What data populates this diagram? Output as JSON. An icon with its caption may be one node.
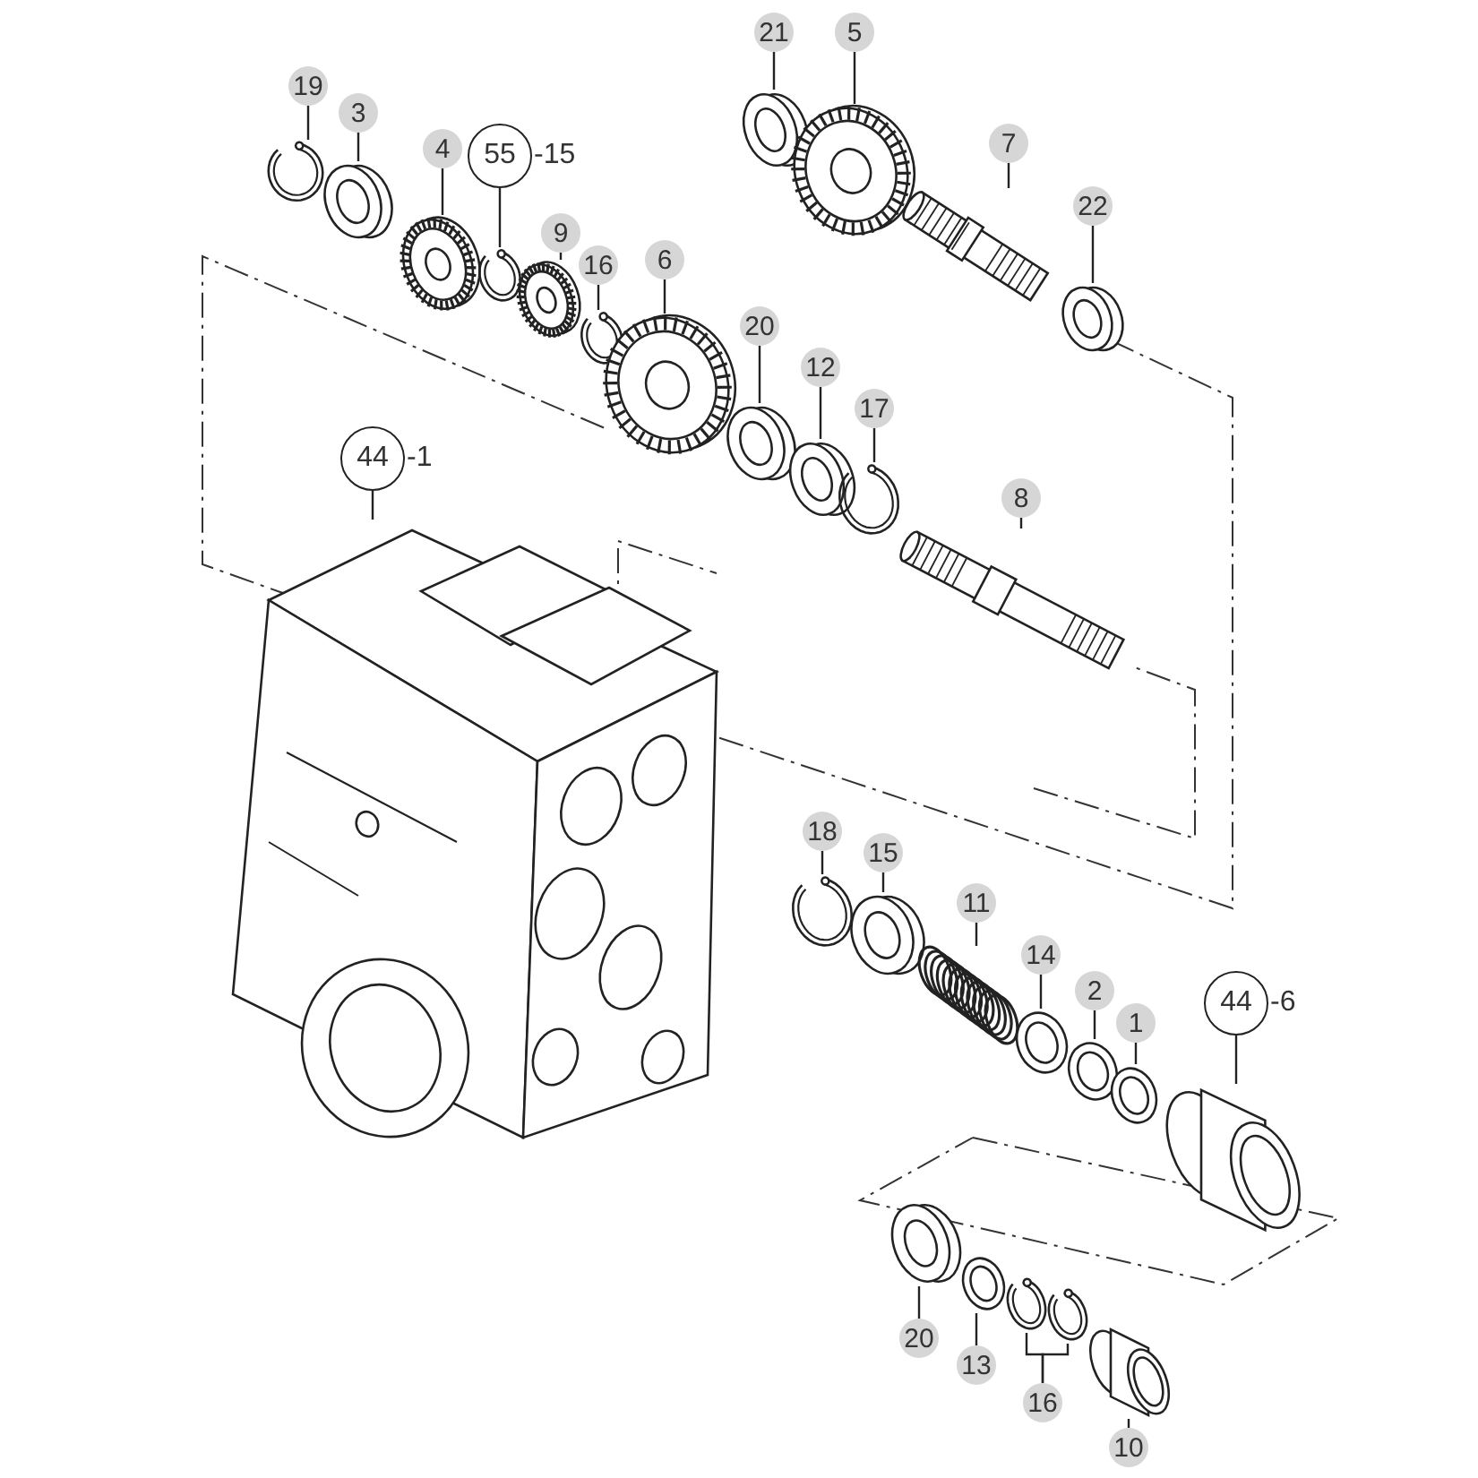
{
  "diagram": {
    "nodes": [
      {
        "text": [
          "19"
        ]
      },
      {
        "text": [
          "3"
        ]
      },
      {
        "text": [
          "4"
        ]
      },
      {
        "text": [
          "55"
        ],
        "beside": [
          "-15"
        ]
      },
      {
        "text": [
          "9"
        ]
      },
      {
        "text": [
          "16"
        ]
      },
      {
        "text": [
          "6"
        ]
      },
      {
        "text": [
          "20"
        ]
      },
      {
        "text": [
          "12"
        ]
      },
      {
        "text": [
          "17"
        ]
      },
      {
        "text": [
          "21"
        ]
      },
      {
        "text": [
          "5"
        ]
      },
      {
        "text": [
          "7"
        ]
      },
      {
        "text": [
          "22"
        ]
      },
      {
        "text": [
          "8"
        ]
      },
      {
        "text": [
          "44"
        ],
        "beside": [
          "-1"
        ]
      },
      {
        "text": [
          "18"
        ]
      },
      {
        "text": [
          "15"
        ]
      },
      {
        "text": [
          "11"
        ]
      },
      {
        "text": [
          "14"
        ]
      },
      {
        "text": [
          "2"
        ]
      },
      {
        "text": [
          "1"
        ]
      },
      {
        "text": [
          "44"
        ],
        "beside": [
          "-6"
        ]
      },
      {
        "text": [
          "20"
        ]
      },
      {
        "text": [
          "13"
        ]
      },
      {
        "text": [
          "16"
        ]
      },
      {
        "text": [
          "10"
        ]
      },
      {
        "text": [],
        "shape": "picture"
      },
      {
        "text": [],
        "shape": "picture"
      },
      {
        "text": [],
        "shape": "picture"
      },
      {
        "text": [],
        "shape": "picture"
      },
      {
        "text": [],
        "shape": "picture"
      },
      {
        "text": [],
        "shape": "picture"
      },
      {
        "text": [],
        "shape": "picture"
      },
      {
        "text": [],
        "shape": "picture"
      },
      {
        "text": [],
        "shape": "picture"
      },
      {
        "text": [],
        "shape": "picture"
      },
      {
        "text": [],
        "shape": "picture"
      },
      {
        "text": [],
        "shape": "picture"
      },
      {
        "text": [],
        "shape": "picture"
      },
      {
        "text": [],
        "shape": "picture"
      },
      {
        "text": [],
        "shape": "picture"
      },
      {
        "text": [],
        "shape": "picture"
      },
      {
        "text": [],
        "shape": "picture"
      },
      {
        "text": [],
        "shape": "picture"
      },
      {
        "text": [],
        "shape": "picture"
      },
      {
        "text": [],
        "shape": "picture"
      },
      {
        "text": [],
        "shape": "picture"
      },
      {
        "text": [],
        "shape": "picture"
      },
      {
        "text": [],
        "shape": "picture"
      },
      {
        "text": [],
        "shape": "picture"
      },
      {
        "text": [],
        "shape": "picture"
      },
      {
        "text": [],
        "shape": "picture"
      },
      {
        "text": [],
        "shape": "picture"
      },
      {
        "text": [],
        "shape": "picture"
      }
    ],
    "edges": [
      {
        "from": 0,
        "to": 27,
        "arrow": "none"
      },
      {
        "from": 1,
        "to": 28,
        "arrow": "none"
      },
      {
        "from": 2,
        "to": 29,
        "arrow": "none"
      },
      {
        "from": 3,
        "to": 30,
        "arrow": "none"
      },
      {
        "from": 4,
        "to": 31,
        "arrow": "none"
      },
      {
        "from": 5,
        "to": 32,
        "arrow": "none"
      },
      {
        "from": 6,
        "to": 33,
        "arrow": "none"
      },
      {
        "from": 7,
        "to": 34,
        "arrow": "none"
      },
      {
        "from": 8,
        "to": 35,
        "arrow": "none"
      },
      {
        "from": 9,
        "to": 36,
        "arrow": "none"
      },
      {
        "from": 10,
        "to": 37,
        "arrow": "none"
      },
      {
        "from": 11,
        "to": 38,
        "arrow": "none"
      },
      {
        "from": 12,
        "to": 39,
        "arrow": "none"
      },
      {
        "from": 13,
        "to": 40,
        "arrow": "none"
      },
      {
        "from": 14,
        "to": 41,
        "arrow": "none"
      },
      {
        "from": 15,
        "to": 42,
        "arrow": "none"
      },
      {
        "from": 16,
        "to": 43,
        "arrow": "none"
      },
      {
        "from": 17,
        "to": 44,
        "arrow": "none"
      },
      {
        "from": 18,
        "to": 45,
        "arrow": "none"
      },
      {
        "from": 19,
        "to": 46,
        "arrow": "none"
      },
      {
        "from": 20,
        "to": 47,
        "arrow": "none"
      },
      {
        "from": 21,
        "to": 48,
        "arrow": "none"
      },
      {
        "from": 22,
        "to": 49,
        "arrow": "none"
      },
      {
        "from": 23,
        "to": 50,
        "arrow": "none"
      },
      {
        "from": 24,
        "to": 51,
        "arrow": "none"
      },
      {
        "from": 25,
        "to": 52,
        "arrow": "none"
      },
      {
        "from": 25,
        "to": 53,
        "arrow": "none"
      },
      {
        "from": 26,
        "to": 54,
        "arrow": "none"
      }
    ]
  }
}
